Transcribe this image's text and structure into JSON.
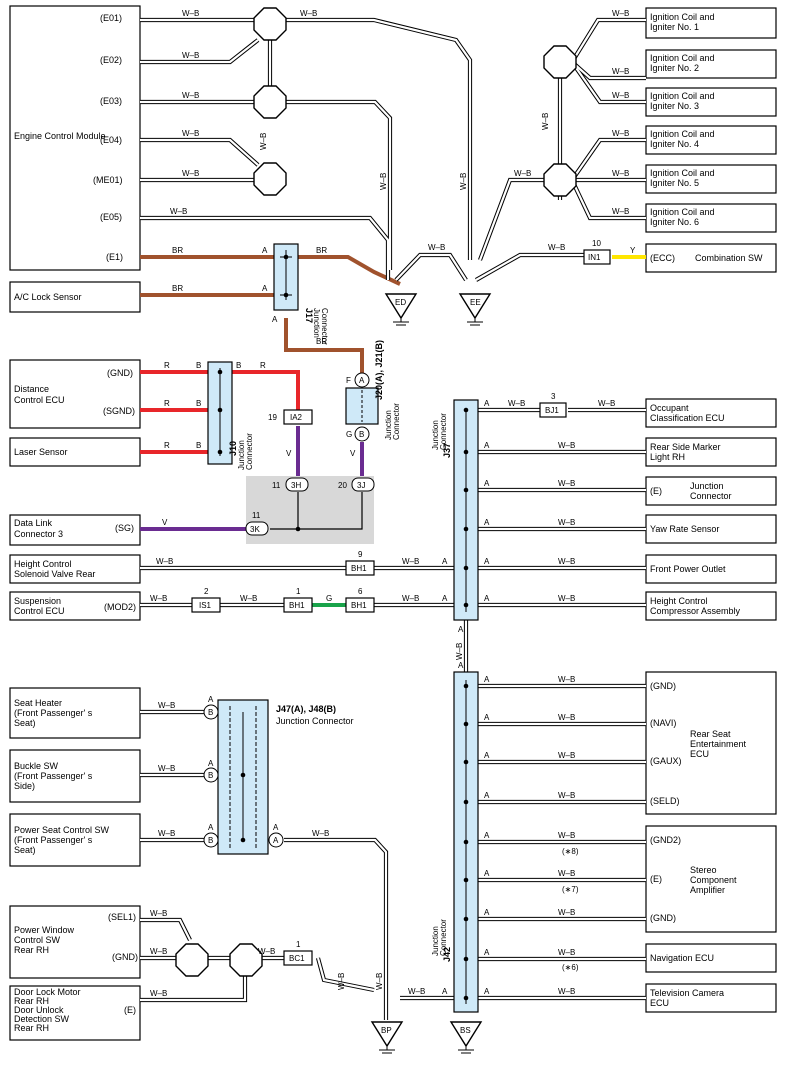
{
  "components": {
    "ecm": {
      "name": "Engine Control Module",
      "pins": [
        "(E01)",
        "(E02)",
        "(E03)",
        "(E04)",
        "(ME01)",
        "(E05)",
        "(E1)"
      ]
    },
    "ac_lock_sensor": "A/C Lock Sensor",
    "distance_ecu": {
      "name": "Distance Control ECU",
      "pins": [
        "(GND)",
        "(SGND)"
      ]
    },
    "laser_sensor": "Laser Sensor",
    "data_link": {
      "name": "Data Link Connector 3",
      "pin": "(SG)"
    },
    "height_solenoid": "Height Control Solenoid Valve Rear",
    "suspension_ecu": {
      "name": "Suspension Control ECU",
      "pin": "(MOD2)"
    },
    "seat_heater": "Seat Heater (Front Passenger' s Seat)",
    "buckle_sw": "Buckle SW (Front Passenger' s Side)",
    "power_seat": "Power Seat Control SW (Front Passenger' s Seat)",
    "power_window": {
      "name": "Power Window Control SW Rear RH",
      "pins": [
        "(SEL1)",
        "(GND)"
      ]
    },
    "door_lock": {
      "name": "Door Lock Motor Rear RH Door Unlock Detection SW Rear RH",
      "pin": "(E)"
    },
    "ign_coils": [
      "Ignition Coil and Igniter No. 1",
      "Ignition Coil and Igniter No. 2",
      "Ignition Coil and Igniter No. 3",
      "Ignition Coil and Igniter No. 4",
      "Ignition Coil and Igniter No. 5",
      "Ignition Coil and Igniter No. 6"
    ],
    "combination_sw": {
      "name": "Combination SW",
      "pin": "(ECC)"
    },
    "occupant_ecu": "Occupant Classification ECU",
    "rear_marker": "Rear Side Marker Light RH",
    "junction_connector": {
      "name": "Junction Connector",
      "pin": "(E)"
    },
    "yaw_sensor": "Yaw Rate Sensor",
    "front_outlet": "Front Power Outlet",
    "height_compressor": "Height Control Compressor Assembly",
    "rse_ecu": {
      "name": "Rear Seat Entertainment ECU",
      "pins": [
        "(GND)",
        "(NAVI)",
        "(GAUX)",
        "(SELD)"
      ]
    },
    "stereo_amp": {
      "name": "Stereo Component Amplifier",
      "pins": [
        "(GND2)",
        "(E)",
        "(GND)"
      ]
    },
    "nav_ecu": "Navigation ECU",
    "tv_camera": "Television Camera ECU"
  },
  "junctions": {
    "j17": {
      "id": "J17",
      "label": "Junction Connector"
    },
    "j10": {
      "id": "J10",
      "label": "Junction Connector"
    },
    "j20": {
      "id": "J20(A), J21(B)",
      "label": "Junction Connector"
    },
    "j37": {
      "id": "J37",
      "label": "Junction Connector"
    },
    "j42": {
      "id": "J42",
      "label": "Junction Connector"
    },
    "j47": {
      "id": "J47(A), J48(B)",
      "label": "Junction Connector"
    }
  },
  "grounds": [
    "ED",
    "EE",
    "BP",
    "BS"
  ],
  "connectors": {
    "in1": {
      "num": "10",
      "id": "IN1"
    },
    "bj1": {
      "num": "3",
      "id": "BJ1"
    },
    "bh1a": {
      "num": "9",
      "id": "BH1"
    },
    "is1": {
      "num": "2",
      "id": "IS1"
    },
    "bh1b": {
      "num": "1",
      "id": "BH1"
    },
    "bh1c": {
      "num": "6",
      "id": "BH1"
    },
    "ia2": {
      "num": "19",
      "id": "IA2"
    },
    "c3h": {
      "num": "11",
      "id": "3H"
    },
    "c3j": {
      "num": "20",
      "id": "3J"
    },
    "c3k": {
      "num": "11",
      "id": "3K"
    },
    "bc1": {
      "num": "1",
      "id": "BC1"
    }
  },
  "wire_colors": {
    "WB": "W–B",
    "BR": "BR",
    "R": "R",
    "V": "V",
    "G": "G",
    "Y": "Y"
  },
  "pin_letters": {
    "A": "A",
    "B": "B",
    "F": "F",
    "G": "G"
  },
  "notes": [
    "(∗8)",
    "(∗7)",
    "(∗6)"
  ],
  "colors": {
    "BR": "#a0522d",
    "R": "#e8262a",
    "V": "#6a2c91",
    "G": "#19a34a",
    "Y": "#ffe600",
    "junction": "#cfe9f8",
    "shade": "#d8d8d8"
  }
}
